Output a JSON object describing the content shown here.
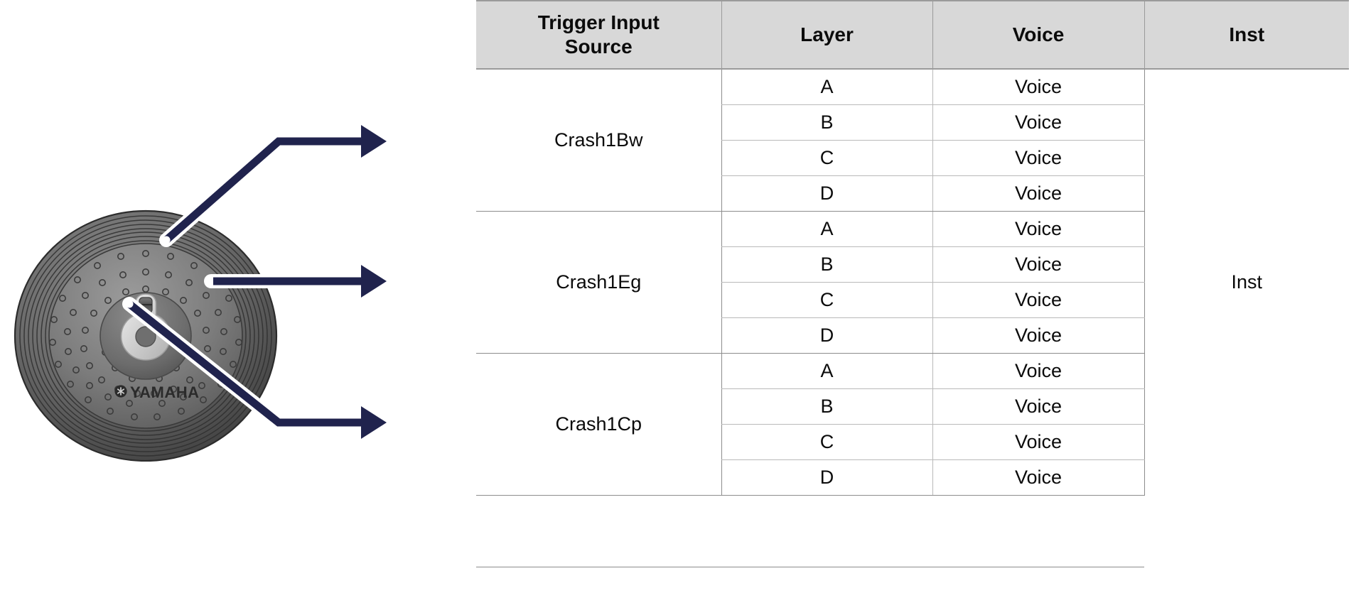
{
  "illustration": {
    "device_label": "YAMAHA",
    "device_type": "electronic-cymbal-pad",
    "callouts": [
      {
        "id": "bow",
        "target": "Crash1Bw",
        "note": "bow zone"
      },
      {
        "id": "edge",
        "target": "Crash1Eg",
        "note": "edge zone"
      },
      {
        "id": "cup",
        "target": "Crash1Cp",
        "note": "cup zone"
      }
    ],
    "colors": {
      "arrow": "#20234d",
      "arrow_halo": "#ffffff",
      "cymbal_dark": "#3d3d3d",
      "cymbal_mid": "#6e6e6e",
      "cymbal_light": "#8f8f8f",
      "hub_metal": "#d0d0d0"
    }
  },
  "table": {
    "headers": [
      "Trigger Input\nSource",
      "Layer",
      "Voice",
      "Inst"
    ],
    "header_source_line1": "Trigger Input",
    "header_source_line2": "Source",
    "header_layer": "Layer",
    "header_voice": "Voice",
    "header_inst": "Inst",
    "inst_value": "Inst",
    "colors": {
      "header_bg": "#d8d8d8",
      "header_border": "#9a9a9a",
      "cell_border": "#b9b9b9",
      "group_border": "#8c8c8c",
      "text": "#0b0b0b"
    },
    "groups": [
      {
        "source": "Crash1Bw",
        "rows": [
          {
            "layer": "A",
            "voice": "Voice"
          },
          {
            "layer": "B",
            "voice": "Voice"
          },
          {
            "layer": "C",
            "voice": "Voice"
          },
          {
            "layer": "D",
            "voice": "Voice"
          }
        ]
      },
      {
        "source": "Crash1Eg",
        "rows": [
          {
            "layer": "A",
            "voice": "Voice"
          },
          {
            "layer": "B",
            "voice": "Voice"
          },
          {
            "layer": "C",
            "voice": "Voice"
          },
          {
            "layer": "D",
            "voice": "Voice"
          }
        ]
      },
      {
        "source": "Crash1Cp",
        "rows": [
          {
            "layer": "A",
            "voice": "Voice"
          },
          {
            "layer": "B",
            "voice": "Voice"
          },
          {
            "layer": "C",
            "voice": "Voice"
          },
          {
            "layer": "D",
            "voice": "Voice"
          }
        ]
      }
    ]
  }
}
